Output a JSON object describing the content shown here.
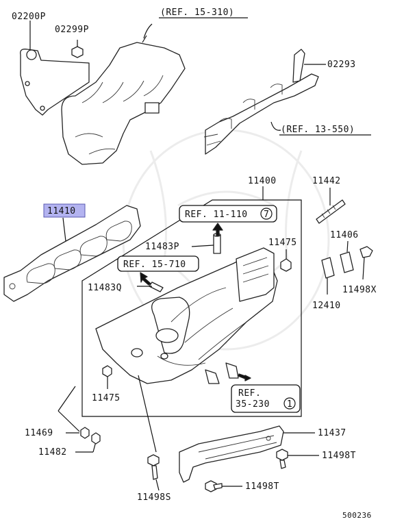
{
  "diagram_id": "500236",
  "highlight_color": "#b3b3f0",
  "parts": {
    "p02200P": "02200P",
    "p02299P": "02299P",
    "ref_15_310": "(REF. 15-310)",
    "p02293": "02293",
    "ref_13_550": "(REF. 13-550)",
    "p11400": "11400",
    "p11442": "11442",
    "p11410": "11410",
    "ref_11_110": "REF. 11-110",
    "ref_11_110_num": "7",
    "p11483P": "11483P",
    "p11475_top": "11475",
    "p11406": "11406",
    "ref_15_710": "REF. 15-710",
    "p11498X": "11498X",
    "p11483Q": "11483Q",
    "p12410": "12410",
    "ref_35_230_a": "REF.",
    "ref_35_230_b": "35-230",
    "ref_35_230_num": "1",
    "p11475_bottom": "11475",
    "p11469": "11469",
    "p11437": "11437",
    "p11482": "11482",
    "p11498T_a": "11498T",
    "p11498S": "11498S",
    "p11498T_b": "11498T"
  }
}
